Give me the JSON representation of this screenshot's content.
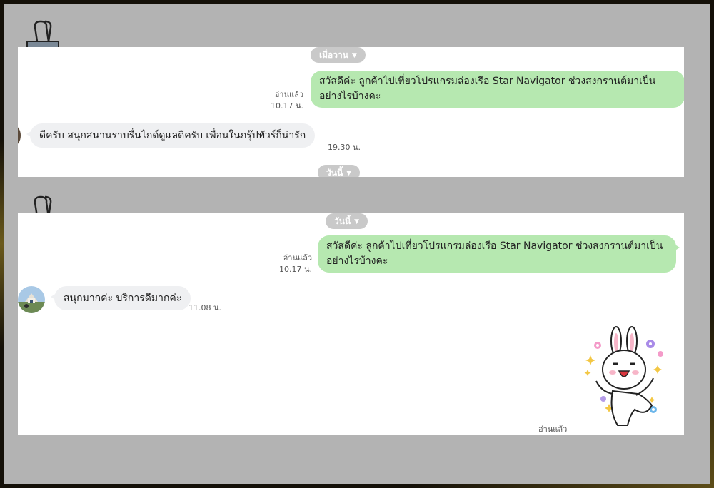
{
  "conversation1": {
    "date_label": "เมื่อวาน",
    "outgoing": {
      "line1": "สวัสดีค่ะ  ลูกค้าไปเที่ยวโปรแกรมล่องเรือ Star Navigator ช่วงสงกรานต์มาเป็น",
      "line2": "อย่างไรบ้างคะ",
      "read_label": "อ่านแล้ว",
      "time": "10.17 น."
    },
    "incoming": {
      "text": "ดีครับ สนุกสนานราบรื่นไกด์ดูแลดีครับ เพื่อนในกรุ๊ปทัวร์ก็น่ารัก",
      "time": "19.30 น."
    },
    "next_date_label": "วันนี้"
  },
  "conversation2": {
    "date_label": "วันนี้",
    "outgoing": {
      "line1": "สวัสดีค่ะ  ลูกค้าไปเที่ยวโปรแกรมล่องเรือ Star Navigator ช่วงสงกรานต์มาเป็น",
      "line2": "อย่างไรบ้างคะ",
      "read_label": "อ่านแล้ว",
      "time": "10.17 น."
    },
    "incoming": {
      "text": "สนุกมากค่ะ บริการดีมากค่ะ",
      "time": "11.08 น."
    },
    "sticker": {
      "name": "bunny-sticker",
      "read_label": "อ่านแล้ว"
    }
  },
  "colors": {
    "board": "#b3b3b3",
    "outgoing_bubble": "#b6e8b0",
    "incoming_bubble": "#eff0f2",
    "date_pill": "#c9c9c9"
  }
}
